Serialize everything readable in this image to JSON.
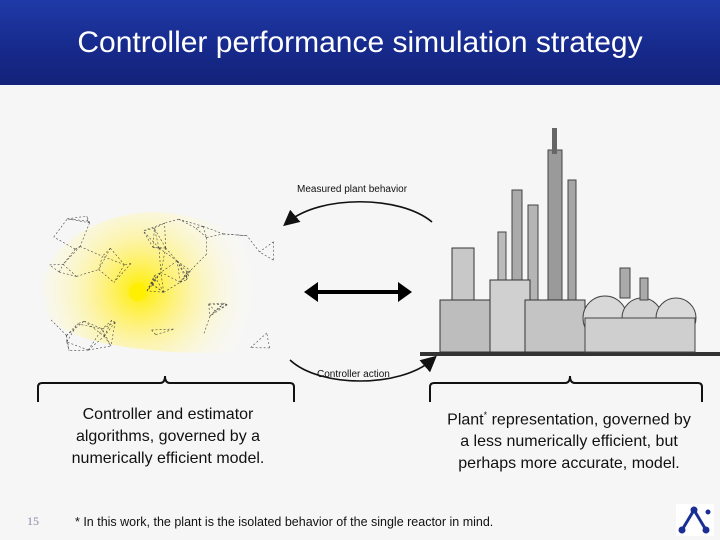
{
  "slide": {
    "title": "Controller performance simulation strategy",
    "top_arrow_label": "Measured plant behavior",
    "bottom_arrow_label": "Controller action",
    "left_caption": [
      "Controller and estimator",
      "algorithms, governed by a",
      "numerically efficient model."
    ],
    "right_caption_prefix": "Plant",
    "right_caption_super": "*",
    "right_caption_rest": " representation, governed by",
    "right_caption_lines": [
      "a less numerically efficient, but",
      "perhaps more accurate, model."
    ],
    "footnote": "* In this work, the plant is the isolated behavior of the single reactor in mind.",
    "page_number": "15"
  },
  "colors": {
    "title_bar": "#1a2f96",
    "mesh_highlight": "#ffee00"
  },
  "icons": {
    "mesh": "mesh-network-graphic",
    "plant": "industrial-plant-image",
    "logo": "corner-logo-icon"
  }
}
